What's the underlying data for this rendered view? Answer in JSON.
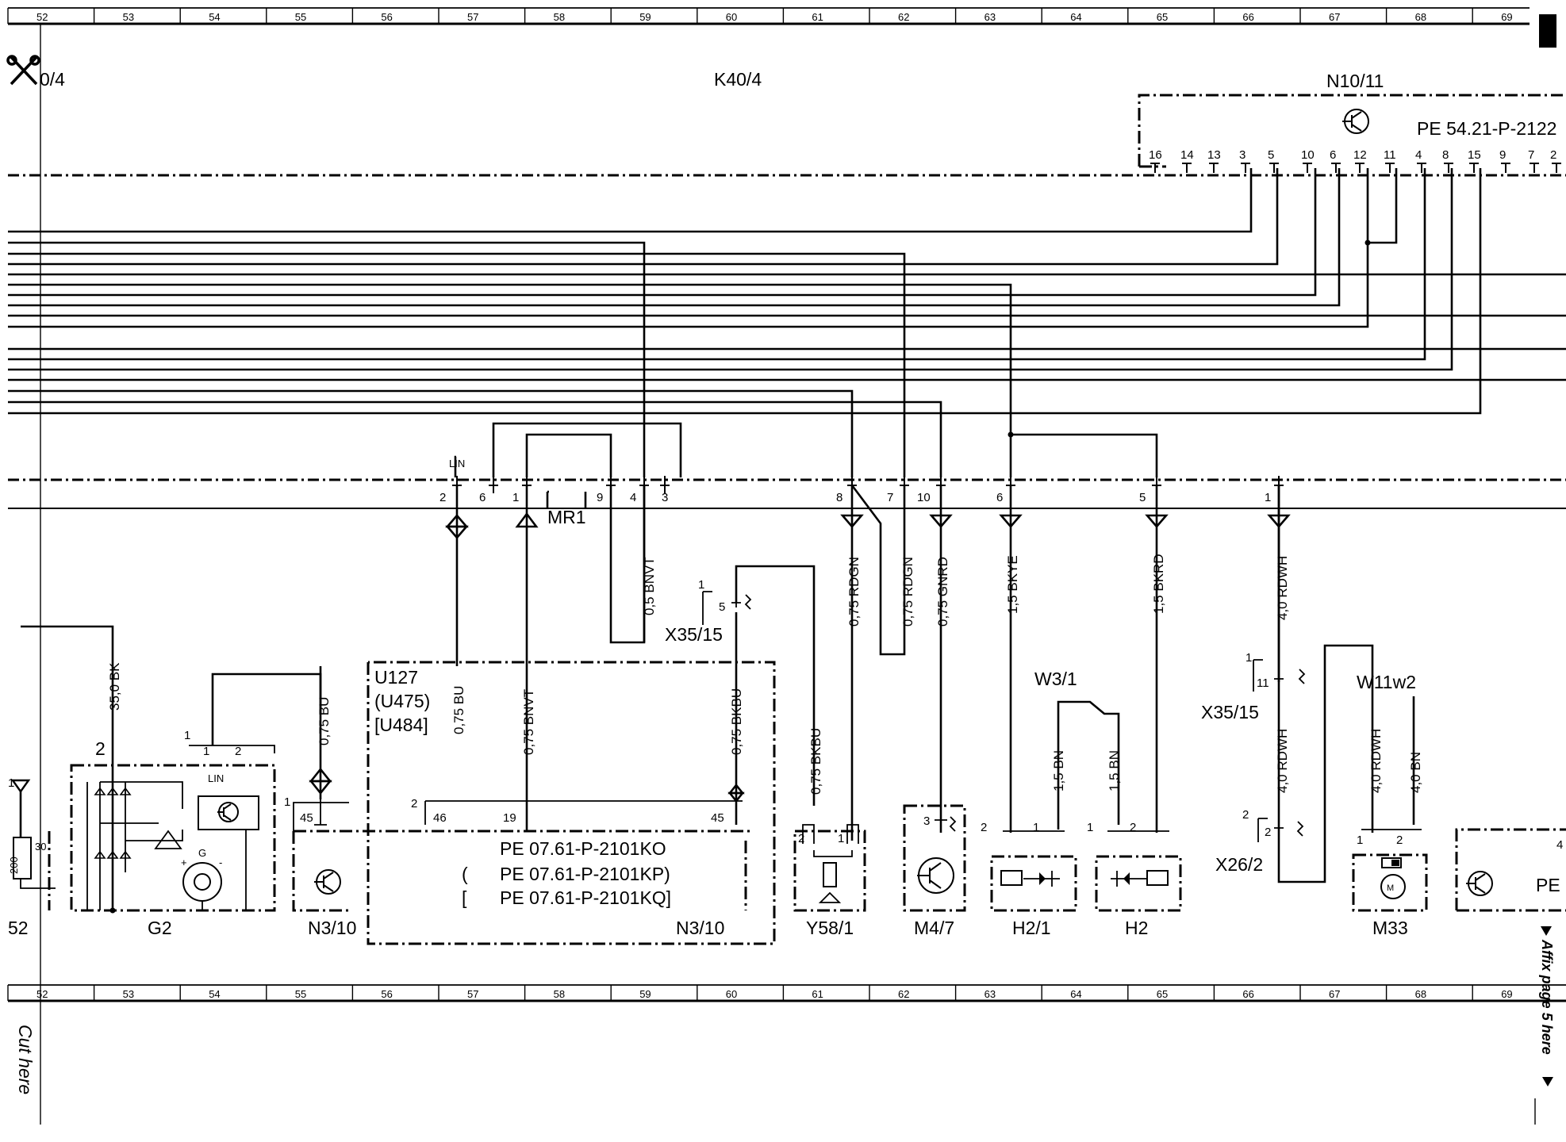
{
  "ruler": {
    "top": [
      "52",
      "53",
      "54",
      "55",
      "56",
      "57",
      "58",
      "59",
      "60",
      "61",
      "62",
      "63",
      "64",
      "65",
      "66",
      "67",
      "68",
      "69"
    ],
    "bottom": [
      "52",
      "53",
      "54",
      "55",
      "56",
      "57",
      "58",
      "59",
      "60",
      "61",
      "62",
      "63",
      "64",
      "65",
      "66",
      "67",
      "68",
      "69"
    ]
  },
  "side_notes": {
    "cut_here": "Cut here",
    "affix_here": "Affix page 5 here"
  },
  "labels": {
    "scissor_ref": "0/4",
    "k40_4": "K40/4",
    "n10_11": "N10/11",
    "pe_54": "PE 54.21-P-2122",
    "mr1": "MR1",
    "lin_top": "LIN",
    "lin_gen": "LIN",
    "x35_15_a": "X35/15",
    "x35_15_b": "X35/15",
    "x26_2": "X26/2",
    "u127": "U127",
    "u475": "(U475)",
    "u484": "[U484]",
    "pe_07_ko": "PE 07.61-P-2101KO",
    "pe_07_kp": "PE 07.61-P-2101KP)",
    "pe_07_kq": "PE 07.61-P-2101KQ]",
    "paren_open": "(",
    "bracket_open": "[",
    "w3_1": "W3/1",
    "w11w2": "W11w2",
    "pe_cut": "PE",
    "g_symbol": "G",
    "plus": "+",
    "minus": "-",
    "m_symbol": "M",
    "edge_52": "52",
    "fuse_200": "200",
    "fuse_30": "30"
  },
  "components": [
    "G2",
    "N3/10",
    "N3/10",
    "Y58/1",
    "M4/7",
    "H2/1",
    "H2",
    "M33"
  ],
  "n10_pins": [
    "16",
    "14",
    "13",
    "3",
    "5",
    "10",
    "6",
    "12",
    "11",
    "4",
    "8",
    "15",
    "9",
    "7",
    "2"
  ],
  "k40_pins": [
    "2",
    "6",
    "1",
    "9",
    "4",
    "3",
    "8",
    "7",
    "10",
    "6",
    "5",
    "1"
  ],
  "wires": {
    "bnvt_05": "0,5 BNVT",
    "rdgn_075_a": "0,75 RDGN",
    "rdgn_075_b": "0,75 RDGN",
    "gnrd_075": "0,75 GNRD",
    "bkye_15": "1,5 BKYE",
    "bkrd_15": "1,5 BKRD",
    "rdwh_40_a": "4,0 RDWH",
    "rdwh_40_b": "4,0 RDWH",
    "rdwh_40_c": "4,0 RDWH",
    "bn_40": "4,0 BN",
    "bk_350": "35,0 BK",
    "bu_075_a": "0,75 BU",
    "bu_075_b": "0,75 BU",
    "bnvt_075": "0,75 BNVT",
    "bkbu_075_a": "0,75 BKBU",
    "bkbu_075_b": "0,75 BKBU",
    "bn_15_a": "1,5 BN",
    "bn_15_b": "1,5 BN"
  },
  "pins": {
    "x35_1": "1",
    "x35_5": "5",
    "g2_2": "2",
    "g2_1": "1",
    "g2_2b": "2",
    "n3_1": "1",
    "n3_45a": "45",
    "u_2": "2",
    "u_46": "46",
    "u_19": "19",
    "u_45b": "45",
    "y58_2": "2",
    "y58_1": "1",
    "m47_3": "3",
    "h21_2": "2",
    "h21_1": "1",
    "h2_1": "1",
    "h2_2": "2",
    "x35b_1": "1",
    "x35b_11": "11",
    "x26_2a": "2",
    "x26_2b": "2",
    "m33_1": "1",
    "m33_2": "2",
    "fuse_1": "1",
    "edge_4": "4"
  }
}
